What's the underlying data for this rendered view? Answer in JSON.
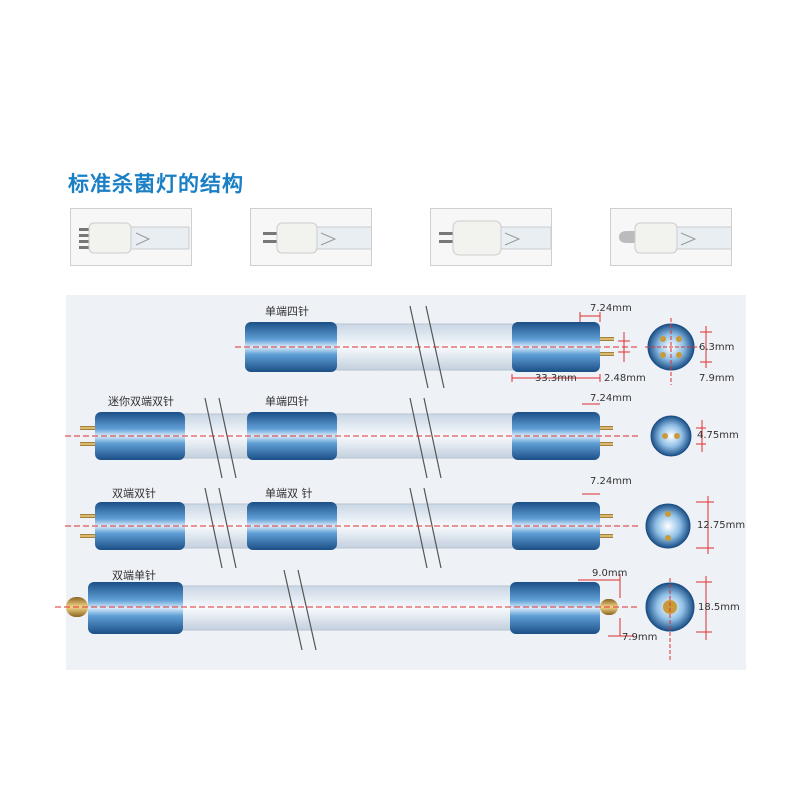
{
  "title": "标准杀菌灯的结构",
  "photos": [
    {
      "icon": "four-pin-lamp-photo"
    },
    {
      "icon": "two-pin-lamp-photo"
    },
    {
      "icon": "two-pin-lamp-photo"
    },
    {
      "icon": "single-pin-lamp-photo"
    }
  ],
  "rows": [
    {
      "left_label": "",
      "mid_label": "单端四针",
      "dims": [
        "7.24mm",
        "33.3mm",
        "2.48mm",
        "6.3mm",
        "7.9mm"
      ]
    },
    {
      "left_label": "迷你双端双针",
      "mid_label": "单端四针",
      "dims": [
        "7.24mm",
        "4.75mm"
      ]
    },
    {
      "left_label": "双端双针",
      "mid_label": "单端双 针",
      "dims": [
        "7.24mm",
        "12.75mm"
      ]
    },
    {
      "left_label": "双端单针",
      "mid_label": "",
      "dims": [
        "9.0mm",
        "18.5mm",
        "7.9mm"
      ]
    }
  ],
  "colors": {
    "title": "#1a7fc4",
    "cap_blue": "#2e6fa6",
    "guide_red": "#e03030",
    "pin_gold": "#c89a3a"
  }
}
